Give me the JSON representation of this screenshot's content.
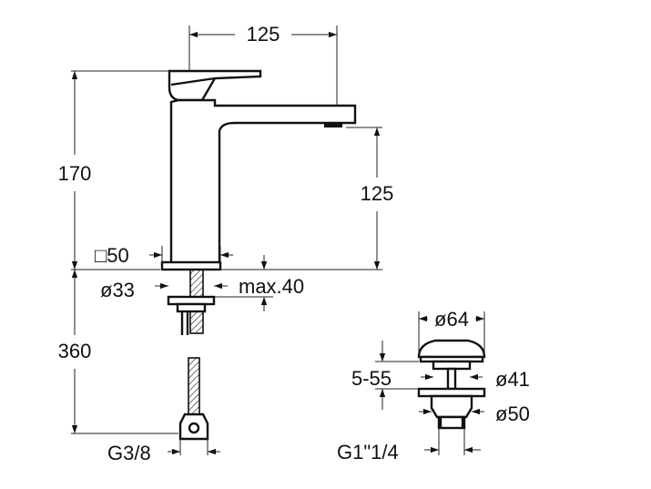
{
  "labels": {
    "spout_reach": "125",
    "total_height": "170",
    "spout_height": "125",
    "base_square": "□50",
    "hole_diameter": "ø33",
    "max_thickness": "max.40",
    "hose_length": "360",
    "hose_thread": "G3/8",
    "waste_top": "ø64",
    "waste_range": "5-55",
    "waste_body": "ø41",
    "waste_flange": "ø50",
    "waste_thread": "G1\"1/4"
  },
  "colors": {
    "line": "#111111",
    "background": "#ffffff"
  }
}
